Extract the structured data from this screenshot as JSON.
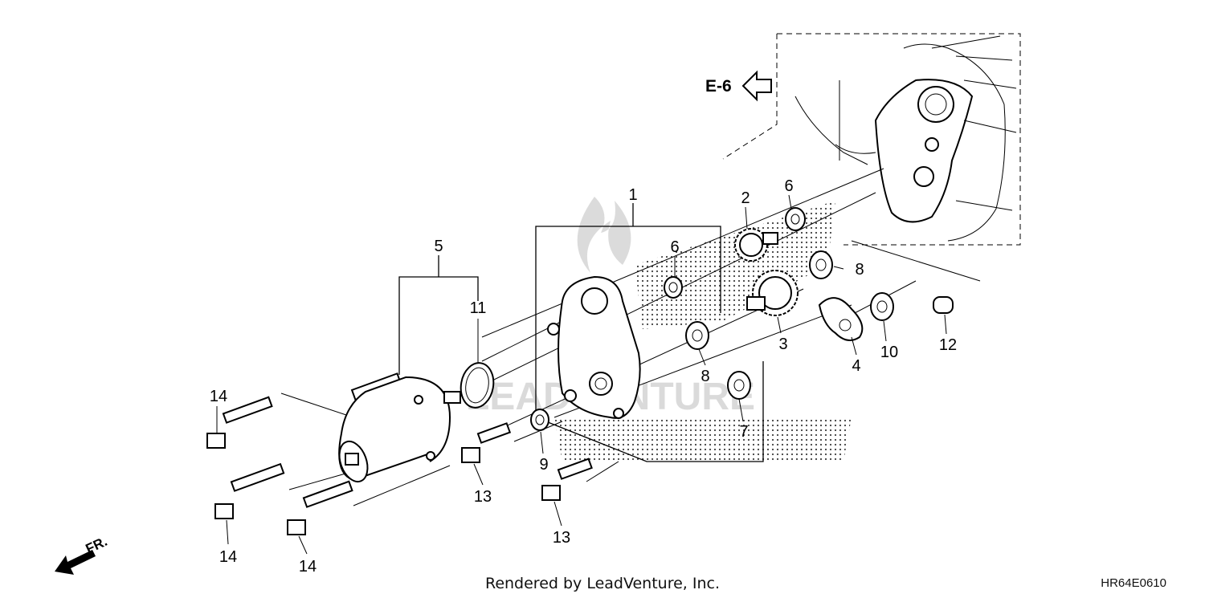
{
  "diagram": {
    "reference": "E-6",
    "front_label": "FR.",
    "callouts": {
      "c1": "1",
      "c2": "2",
      "c3": "3",
      "c4": "4",
      "c5": "5",
      "c6a": "6",
      "c6b": "6",
      "c7": "7",
      "c8a": "8",
      "c8b": "8",
      "c9": "9",
      "c10": "10",
      "c11": "11",
      "c12": "12",
      "c13a": "13",
      "c13b": "13",
      "c14a": "14",
      "c14b": "14",
      "c14c": "14"
    }
  },
  "footer": {
    "rendered_by": "Rendered by LeadVenture, Inc.",
    "diagram_code": "HR64E0610"
  },
  "watermark": {
    "text": "LEADVENTURE"
  }
}
